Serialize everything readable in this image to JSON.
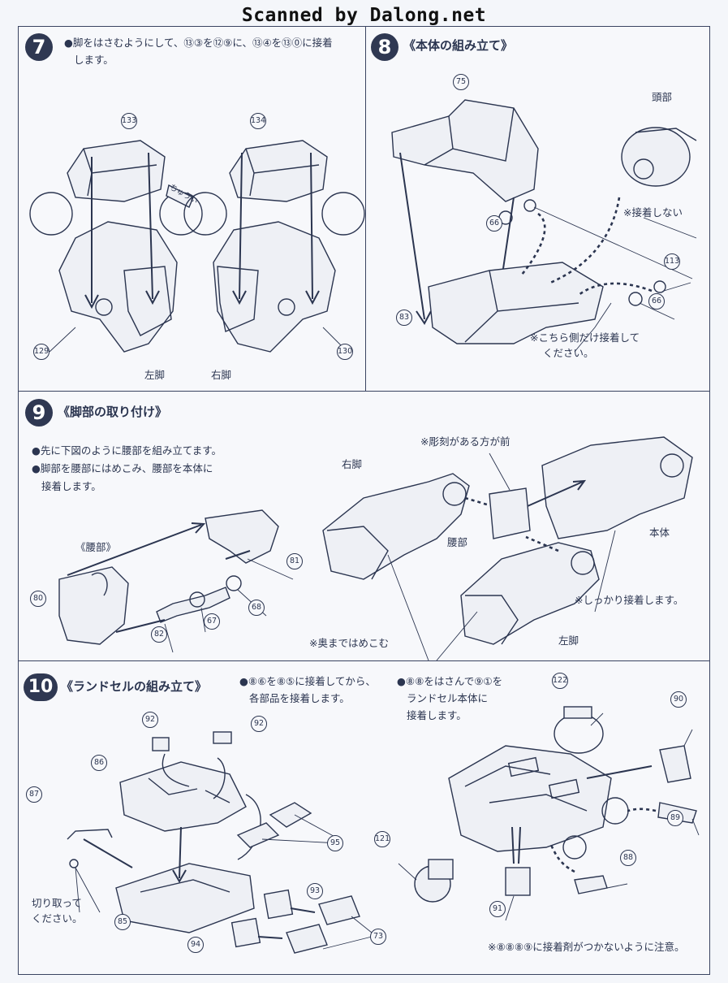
{
  "watermark": "Scanned by Dalong.net",
  "step7": {
    "number": "7",
    "line1": "●脚をはさむようにして、⑬③を⑫⑨に、⑬④を⑬⓪に接着",
    "line2": "します。",
    "part_133": "133",
    "part_134": "134",
    "part_129": "129",
    "part_130": "130",
    "arrow_note": "ちゅうい",
    "left_leg": "左脚",
    "right_leg": "右脚"
  },
  "step8": {
    "number": "8",
    "title": "《本体の組み立て》",
    "part_75": "75",
    "head": "頭部",
    "no_glue": "※接着しない",
    "part_66a": "66",
    "part_113": "113",
    "part_66b": "66",
    "part_83": "83",
    "note_line1": "※こちら側だけ接着して",
    "note_line2": "ください。"
  },
  "step9": {
    "number": "9",
    "title": "《脚部の取り付け》",
    "bullet1": "●先に下図のように腰部を組み立てます。",
    "bullet2": "●脚部を腰部にはめこみ、腰部を本体に",
    "bullet2b": "接着します。",
    "waist_title": "《腰部》",
    "part_81": "81",
    "part_80": "80",
    "part_82": "82",
    "part_67": "67",
    "part_68": "68",
    "right_leg": "右脚",
    "carved_front": "※彫刻がある方が前",
    "body": "本体",
    "waist": "腰部",
    "glue_firmly": "※しっかり接着します。",
    "left_leg": "左脚",
    "push_in": "※奥まではめこむ"
  },
  "step10": {
    "number": "10",
    "title": "《ランドセルの組み立て》",
    "note1_line1": "●⑧⑥を⑧⑤に接着してから、",
    "note1_line2": "各部品を接着します。",
    "note2_line1": "●⑧⑧をはさんで⑨①を",
    "note2_line2": "ランドセル本体に",
    "note2_line3": "接着します。",
    "part_92a": "92",
    "part_92b": "92",
    "part_86": "86",
    "part_87": "87",
    "part_95": "95",
    "part_93": "93",
    "part_85": "85",
    "part_94": "94",
    "part_73": "73",
    "cut_line1": "切り取って",
    "cut_line2": "ください。",
    "part_122": "122",
    "part_90": "90",
    "part_89": "89",
    "part_121": "121",
    "part_88": "88",
    "part_91": "91",
    "bottom_note": "※⑧⑧⑧⑨に接着剤がつかないように注意。"
  }
}
